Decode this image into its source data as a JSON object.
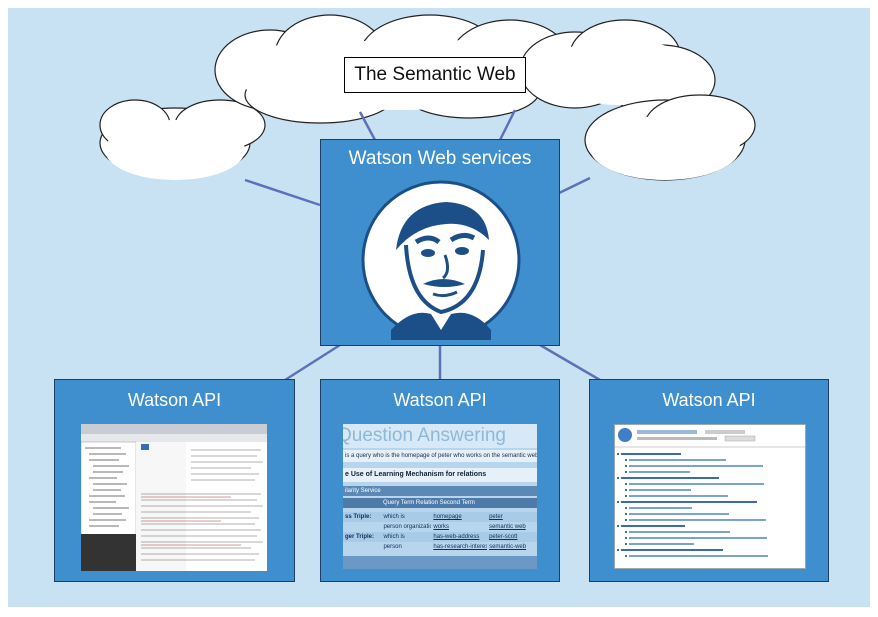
{
  "colors": {
    "background": "#c9e2f3",
    "box": "#3f8fcf",
    "line": "#5a73b8"
  },
  "semantic_web_label": "The Semantic Web",
  "web_services": {
    "title": "Watson Web services",
    "image": "watson-mascot-face"
  },
  "api_boxes": [
    {
      "title": "Watson API",
      "screenshot": "ontology-editor-screenshot"
    },
    {
      "title": "Watson API",
      "screenshot": "question-answering-screenshot"
    },
    {
      "title": "Watson API",
      "screenshot": "search-results-screenshot"
    }
  ],
  "qa_screenshot": {
    "heading": "Question Answering",
    "bar1": "is a query  who is the homepage of peter who works on the semantic web",
    "bar2": "e Use of Learning Mechanism for relations",
    "bar3": "ilarity Service",
    "row_header": "Query Term   Relation   Second Term",
    "rows": [
      [
        "ss Triple:",
        "which is",
        "homepage",
        "peter"
      ],
      [
        "",
        "person organization",
        "works",
        "semantic web"
      ],
      [
        "ger Triple:",
        "which is",
        "has-web-address",
        "peter-scott"
      ],
      [
        "",
        "person",
        "has-research-interest",
        "semantic-web"
      ]
    ]
  }
}
